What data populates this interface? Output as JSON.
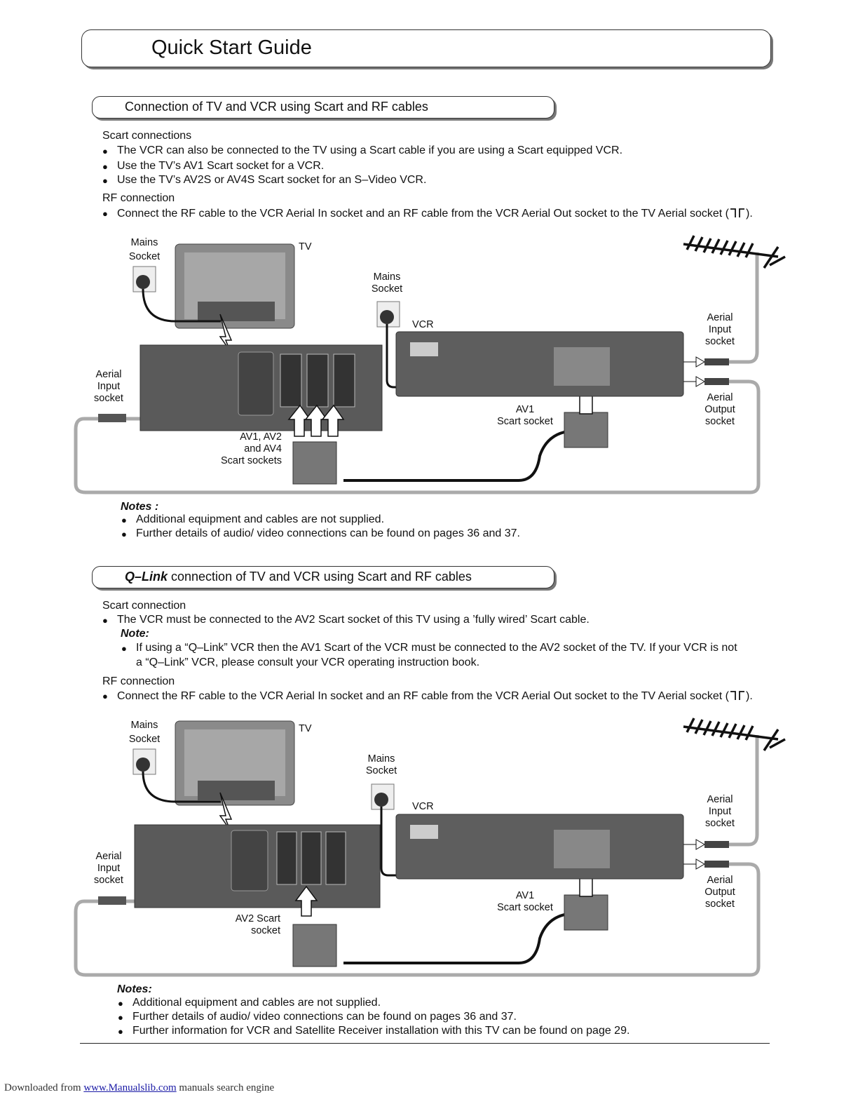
{
  "page": {
    "title": "Quick Start Guide",
    "footer": {
      "prefix": "Downloaded from",
      "link": "www.Manualslib.com",
      "suffix": "manuals search engine"
    }
  },
  "section1": {
    "heading": "Connection of TV and VCR using Scart and RF cables",
    "scart_heading": "Scart connections",
    "scart_bullets": [
      "The VCR can also be connected to the TV using a Scart cable if you are using a Scart equipped VCR.",
      "Use the TV’s AV1 Scart socket for a VCR.",
      "Use the TV’s AV2S or AV4S Scart socket for an S–Video VCR."
    ],
    "rf_heading": "RF connection",
    "rf_bullet": "Connect the RF cable to the VCR Aerial In socket and an RF cable from the VCR Aerial Out socket to the TV Aerial socket (",
    "rf_bullet_end": ").",
    "diagram": {
      "mains_socket_tv": [
        "Mains",
        "Socket"
      ],
      "tv": "TV",
      "mains_socket_vcr": [
        "Mains",
        "Socket"
      ],
      "vcr": "VCR",
      "aerial_input_right": [
        "Aerial",
        "Input",
        "socket"
      ],
      "aerial_output_right": [
        "Aerial",
        "Output",
        "socket"
      ],
      "aerial_input_left": [
        "Aerial",
        "Input",
        "socket"
      ],
      "av1_scart": [
        "AV1",
        "Scart socket"
      ],
      "tv_scarts": [
        "AV1, AV2",
        "and AV4",
        "Scart sockets"
      ]
    },
    "notes_heading": "Notes :",
    "notes": [
      "Additional equipment and cables are not supplied.",
      "Further details of audio/ video connections can be found on pages 36 and 37."
    ]
  },
  "section2": {
    "heading_italic": "Q–Link",
    "heading_rest": " connection of TV and VCR using Scart and RF cables",
    "scart_heading": "Scart connection",
    "scart_bullet": "The VCR must be connected to the AV2 Scart socket of this TV using a ’fully wired’ Scart cable.",
    "note_heading": "Note:",
    "note_line1": "If using a “Q–Link” VCR then the AV1 Scart of the VCR must be connected to the AV2 socket of the TV. If your VCR is not",
    "note_line2": "a “Q–Link” VCR, please consult your VCR operating instruction book.",
    "rf_heading": "RF connection",
    "rf_bullet": "Connect the RF cable to the VCR Aerial In socket and an RF cable from the VCR Aerial Out socket to the TV Aerial socket (",
    "rf_bullet_end": ").",
    "diagram": {
      "mains_socket_tv": [
        "Mains",
        "Socket"
      ],
      "tv": "TV",
      "mains_socket_vcr": [
        "Mains",
        "Socket"
      ],
      "vcr": "VCR",
      "aerial_input_right": [
        "Aerial",
        "Input",
        "socket"
      ],
      "aerial_output_right": [
        "Aerial",
        "Output",
        "socket"
      ],
      "aerial_input_left": [
        "Aerial",
        "Input",
        "socket"
      ],
      "av1_scart": [
        "AV1",
        "Scart socket"
      ],
      "tv_scart": [
        "AV2 Scart",
        "socket"
      ]
    },
    "notes_heading": "Notes:",
    "notes": [
      "Additional equipment and cables are not supplied.",
      "Further details of audio/ video connections can be found on pages 36 and 37.",
      "Further information for VCR and Satellite Receiver installation with this TV can be found on page 29."
    ]
  },
  "icons": {
    "aerial_symbol": "aerial-socket-icon",
    "bullet": "bullet-dot"
  }
}
